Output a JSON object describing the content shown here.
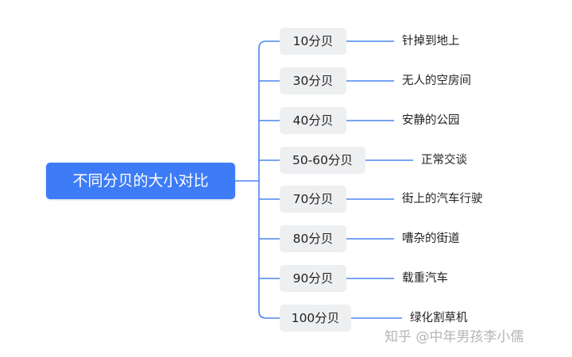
{
  "root": {
    "label": "不同分贝的大小对比"
  },
  "branches": [
    {
      "level": "10分贝",
      "description": "针掉到地上"
    },
    {
      "level": "30分贝",
      "description": "无人的空房间"
    },
    {
      "level": "40分贝",
      "description": "安静的公园"
    },
    {
      "level": "50-60分贝",
      "description": "正常交谈"
    },
    {
      "level": "70分贝",
      "description": "街上的汽车行驶"
    },
    {
      "level": "80分贝",
      "description": "嘈杂的街道"
    },
    {
      "level": "90分贝",
      "description": "载重汽车"
    },
    {
      "level": "100分贝",
      "description": "绿化割草机"
    }
  ],
  "watermark": "知乎 @中年男孩李小儒",
  "colors": {
    "root_background": "#3e7cf7",
    "connector": "#4a86f0",
    "level_background": "#eeeff1"
  }
}
